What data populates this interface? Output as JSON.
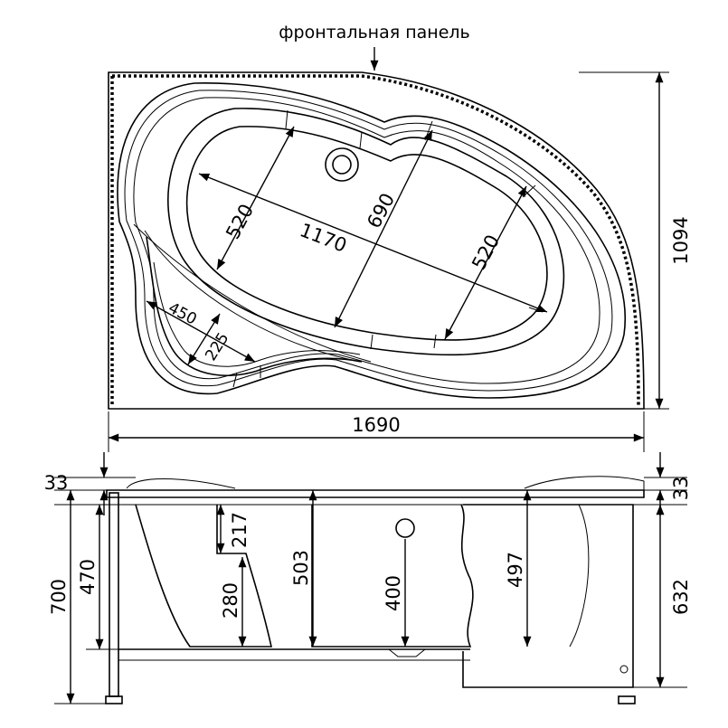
{
  "title": "фронтальная панель",
  "top_view": {
    "width": "1690",
    "depth": "1094",
    "bowl_length": "1170",
    "bowl_width": "690",
    "width_left": "520",
    "width_right": "520",
    "seat_length": "450",
    "seat_width": "225"
  },
  "side_view": {
    "rim_left": "33",
    "rim_right": "33",
    "total_height": "700",
    "left_height": "470",
    "step_height": "217",
    "step_lower": "280",
    "depth_center": "503",
    "drain_height": "400",
    "depth_right": "497",
    "right_height": "632"
  }
}
